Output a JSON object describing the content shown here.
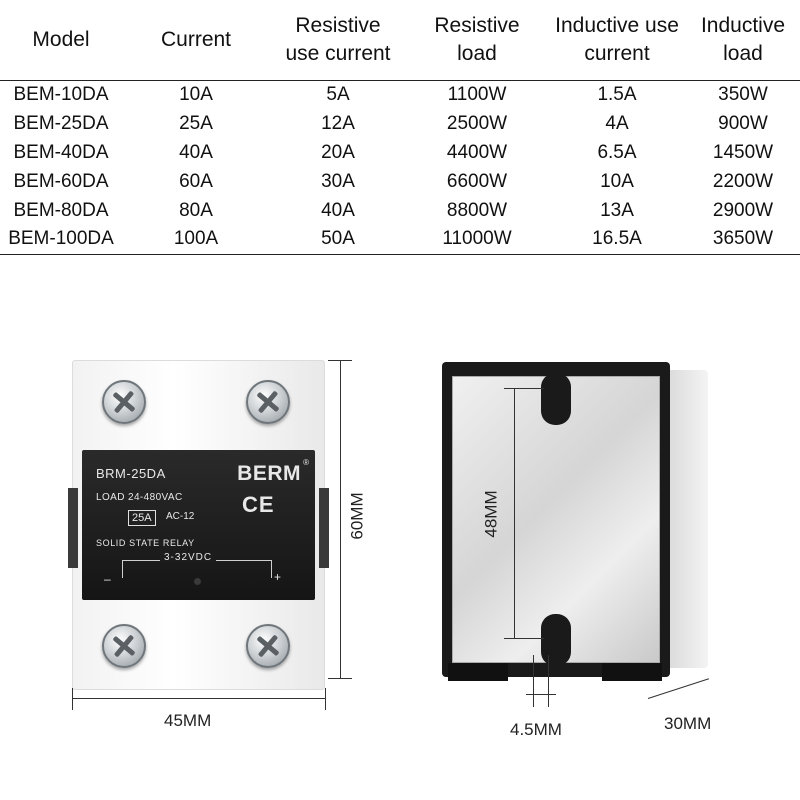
{
  "table": {
    "headers": [
      [
        "Model"
      ],
      [
        "Current"
      ],
      [
        "Resistive",
        "use current"
      ],
      [
        "Resistive",
        "load"
      ],
      [
        "Inductive use",
        "current"
      ],
      [
        "Inductive",
        "load"
      ]
    ],
    "rows": [
      [
        "BEM-10DA",
        "10A",
        "5A",
        "1100W",
        "1.5A",
        "350W"
      ],
      [
        "BEM-25DA",
        "25A",
        "12A",
        "2500W",
        "4A",
        "900W"
      ],
      [
        "BEM-40DA",
        "40A",
        "20A",
        "4400W",
        "6.5A",
        "1450W"
      ],
      [
        "BEM-60DA",
        "60A",
        "30A",
        "6600W",
        "10A",
        "2200W"
      ],
      [
        "BEM-80DA",
        "80A",
        "40A",
        "8800W",
        "13A",
        "2900W"
      ],
      [
        "BEM-100DA",
        "100A",
        "50A",
        "11000W",
        "16.5A",
        "3650W"
      ]
    ]
  },
  "front_label": {
    "model": "BRM-25DA",
    "brand": "BERM",
    "registered": "®",
    "load": "LOAD 24-480VAC",
    "amps": "25A",
    "ac_class": "AC-12",
    "cert": "CE",
    "type": "SOLID STATE RELAY",
    "control": "3-32VDC",
    "minus": "–",
    "plus": "+"
  },
  "dimensions": {
    "height": "60MM",
    "width": "45MM",
    "plate_height": "48MM",
    "hole": "4.5MM",
    "depth": "30MM"
  },
  "colors": {
    "label_bg": "#1a1a1a",
    "housing": "#f2f2f2",
    "frame": "#1a1a1a"
  }
}
